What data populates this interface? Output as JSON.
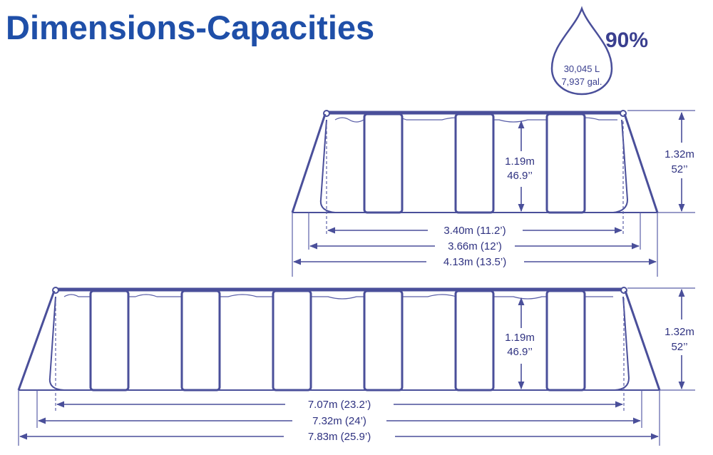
{
  "title": "Dimensions-Capacities",
  "capacity": {
    "fill_percent": "90%",
    "liters": "30,045 L",
    "gallons": "7,937 gal."
  },
  "small_pool": {
    "water_depth_m": "1.19m",
    "water_depth_in": "46.9’’",
    "wall_height_m": "1.32m",
    "wall_height_in": "52’’",
    "inner_length": "3.40m (11.2’)",
    "mid_length": "3.66m (12’)",
    "outer_length": "4.13m (13.5’)"
  },
  "large_pool": {
    "water_depth_m": "1.19m",
    "water_depth_in": "46.9’’",
    "wall_height_m": "1.32m",
    "wall_height_in": "52’’",
    "inner_length": "7.07m (23.2’)",
    "mid_length": "7.32m (24’)",
    "outer_length": "7.83m (25.9’)"
  },
  "colors": {
    "title": "#1f4fa8",
    "line": "#4a4f9a",
    "text": "#2e3180"
  }
}
